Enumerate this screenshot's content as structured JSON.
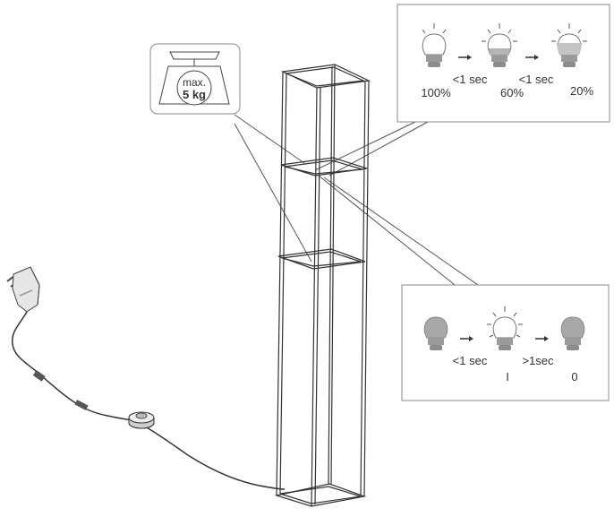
{
  "weight_label": {
    "line1": "max.",
    "line2": "5 kg"
  },
  "dimmer_panel": {
    "steps": [
      {
        "text": "100%"
      },
      {
        "text": "60%"
      },
      {
        "text": "20%"
      }
    ],
    "arrows": [
      {
        "text": "<1 sec"
      },
      {
        "text": "<1 sec"
      }
    ]
  },
  "switch_panel": {
    "states": [
      {
        "text": ""
      },
      {
        "text": "I"
      },
      {
        "text": "0"
      }
    ],
    "arrows": [
      {
        "text": "<1 sec"
      },
      {
        "text": ">1sec"
      }
    ]
  },
  "icons": [
    "weight-scale-icon",
    "light-bulb-icon",
    "power-adapter-icon",
    "foot-switch-icon"
  ],
  "colors": {
    "line": "#3a3a3a",
    "panel_border": "#777777",
    "bulb_gray": "#a8a8a8",
    "bulb_base": "#8c8c8c"
  }
}
